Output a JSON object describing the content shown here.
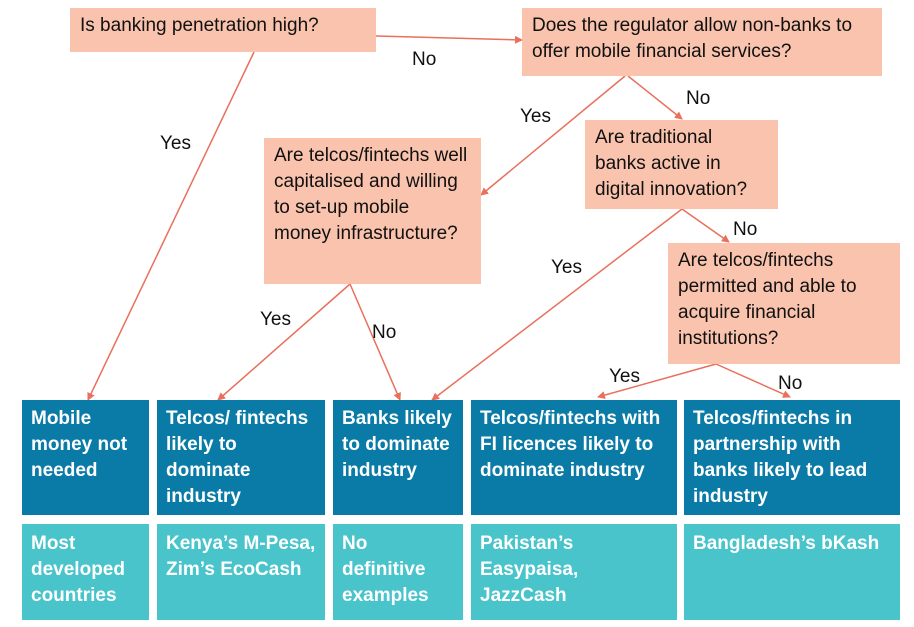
{
  "questions": {
    "banking_penetration": "Is banking penetration high?",
    "regulator_allows": "Does the regulator allow non-banks to offer mobile financial services?",
    "telcos_capitalised": "Are telcos/fintechs well capitalised and willing to set-up mobile money infrastructure?",
    "traditional_banks": "Are traditional banks active in digital innovation?",
    "telcos_acquire": "Are telcos/fintechs permitted and able to acquire financial institutions?"
  },
  "labels": {
    "no": "No",
    "yes": "Yes"
  },
  "outcomes": [
    "Mobile money not needed",
    "Telcos/ fintechs likely to dominate industry",
    "Banks likely to dominate industry",
    "Telcos/fintechs with FI licences likely to dominate industry",
    "Telcos/fintechs in partnership with banks likely to lead industry"
  ],
  "examples": [
    "Most developed countries",
    "Kenya’s M-Pesa, Zim’s EcoCash",
    "No definitive examples",
    "Pakistan’s Easypaisa, JazzCash",
    "Bangladesh’s bKash"
  ],
  "colors": {
    "question_fill": "#f9c3ad",
    "outcome_fill": "#0a7ba6",
    "example_fill": "#49c4cb",
    "arrow": "#e8705c"
  }
}
